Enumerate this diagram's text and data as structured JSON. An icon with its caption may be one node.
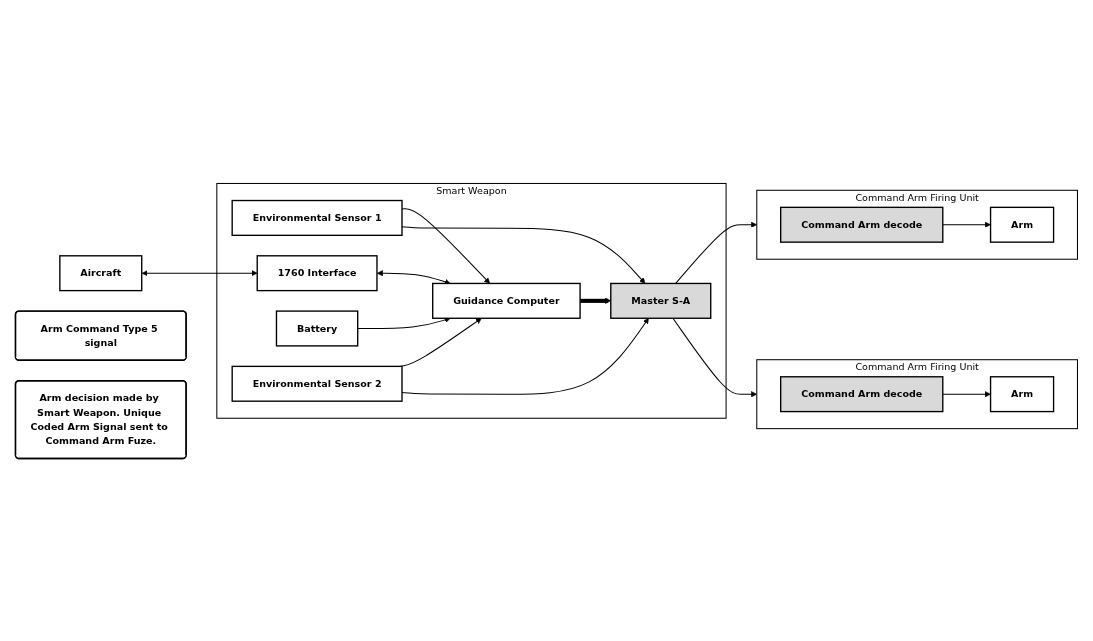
{
  "diagram": {
    "nodes": [
      {
        "text": [
          "Aircraft"
        ]
      },
      {
        "text": [
          "Smart Weapon"
        ]
      },
      {
        "text": [
          "Environmental Sensor 1"
        ],
        "in": 1
      },
      {
        "text": [
          "1760 Interface"
        ],
        "in": 1
      },
      {
        "text": [
          "Guidance Computer"
        ],
        "in": 1
      },
      {
        "text": [
          "Battery"
        ],
        "in": 1
      },
      {
        "text": [
          "Master S-A"
        ],
        "in": 1
      },
      {
        "text": [
          "Environmental Sensor 2"
        ],
        "in": 1
      },
      {
        "text": [
          "Command Arm Firing Unit"
        ]
      },
      {
        "text": [
          "Command Arm decode"
        ],
        "in": 8
      },
      {
        "text": [
          "Arm"
        ],
        "in": 8
      },
      {
        "text": [
          "Arm Command Type 5 signal"
        ]
      },
      {
        "text": [
          "Command Arm Firing Unit"
        ]
      },
      {
        "text": [
          "Command Arm decode"
        ],
        "in": 12
      },
      {
        "text": [
          "Arm"
        ],
        "in": 12
      },
      {
        "text": [
          "Arm decision made by Smart Weapon. Unique Coded Arm Signal sent to Command Arm Fuze."
        ]
      }
    ],
    "edges": [
      {
        "from": 0,
        "to": 3,
        "arrow": "both"
      },
      {
        "from": 3,
        "to": 4,
        "arrow": "both"
      },
      {
        "from": 5,
        "to": 4,
        "arrow": "to"
      },
      {
        "from": 2,
        "to": 4,
        "arrow": "to"
      },
      {
        "from": 2,
        "to": 6,
        "arrow": "to"
      },
      {
        "from": 4,
        "to": 6,
        "arrow": "to",
        "style": "thick"
      },
      {
        "from": 7,
        "to": 4,
        "arrow": "to"
      },
      {
        "from": 7,
        "to": 6,
        "arrow": "to"
      },
      {
        "from": 6,
        "to": 8,
        "arrow": "to"
      },
      {
        "from": 6,
        "to": 12,
        "arrow": "to"
      },
      {
        "from": 9,
        "to": 10,
        "arrow": "to"
      },
      {
        "from": 13,
        "to": 14,
        "arrow": "to"
      }
    ]
  }
}
